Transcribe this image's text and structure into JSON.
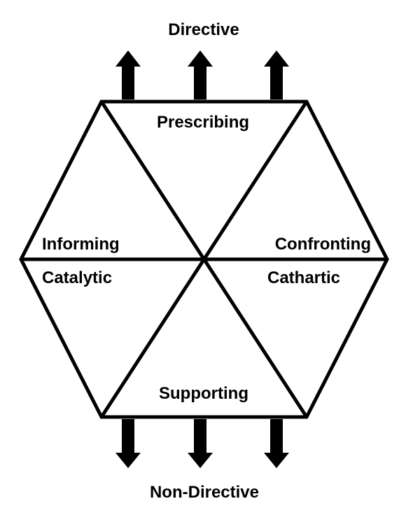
{
  "diagram": {
    "top_label": "Directive",
    "bottom_label": "Non-Directive",
    "segments": {
      "top": "Prescribing",
      "upper_left": "Informing",
      "upper_right": "Confronting",
      "lower_left": "Catalytic",
      "lower_right": "Cathartic",
      "bottom": "Supporting"
    }
  },
  "colors": {
    "stroke": "#000000",
    "background": "#ffffff"
  }
}
